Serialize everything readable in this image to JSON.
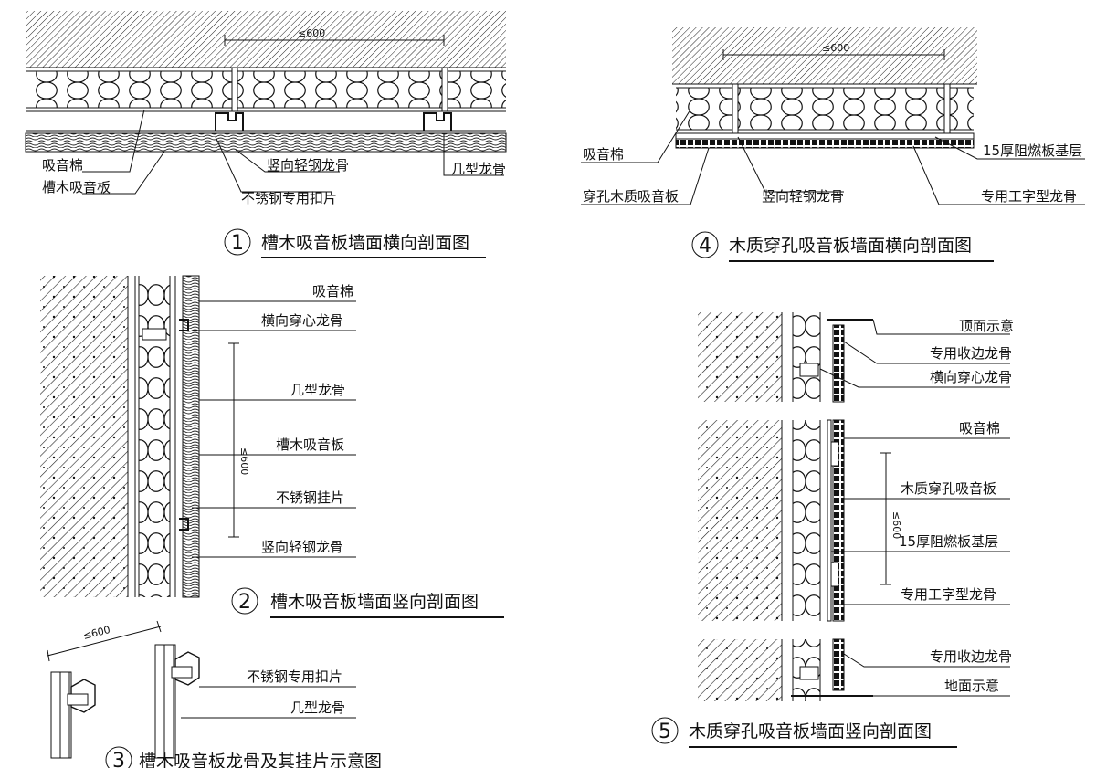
{
  "d1": {
    "dim": "≤600",
    "num": "1",
    "title": "槽木吸音板墙面横向剖面图",
    "labels": {
      "absorb": "吸音棉",
      "panel": "槽木吸音板",
      "stud": "竖向轻钢龙骨",
      "clip": "不锈钢专用扣片",
      "omega": "几型龙骨"
    }
  },
  "d2": {
    "dim": "≤600",
    "num": "2",
    "title": "槽木吸音板墙面竖向剖面图",
    "labels": {
      "absorb": "吸音棉",
      "cross": "横向穿心龙骨",
      "omega": "几型龙骨",
      "panel": "槽木吸音板",
      "hanger": "不锈钢挂片",
      "stud": "竖向轻钢龙骨"
    }
  },
  "d3": {
    "dim": "≤600",
    "num": "3",
    "title": "槽木吸音板龙骨及其挂片示意图",
    "labels": {
      "clip": "不锈钢专用扣片",
      "omega": "几型龙骨"
    }
  },
  "d4": {
    "dim": "≤600",
    "num": "4",
    "title": "木质穿孔吸音板墙面横向剖面图",
    "labels": {
      "absorb": "吸音棉",
      "panel": "穿孔木质吸音板",
      "stud": "竖向轻钢龙骨",
      "base": "15厚阻燃板基层",
      "ibeam": "专用工字型龙骨"
    }
  },
  "d5": {
    "dim": "≤600",
    "num": "5",
    "title": "木质穿孔吸音板墙面竖向剖面图",
    "labels": {
      "top": "顶面示意",
      "edge1": "专用收边龙骨",
      "cross": "横向穿心龙骨",
      "absorb": "吸音棉",
      "panel": "木质穿孔吸音板",
      "base": "15厚阻燃板基层",
      "ibeam": "专用工字型龙骨",
      "edge2": "专用收边龙骨",
      "floor": "地面示意"
    }
  }
}
